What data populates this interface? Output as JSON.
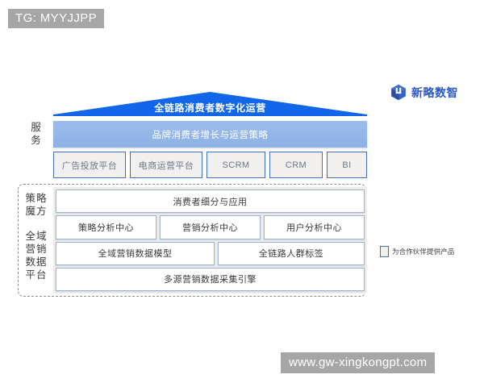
{
  "watermarks": {
    "top": "TG: MYYJJPP",
    "bottom": "www.gw-xingkongpt.com"
  },
  "brand": {
    "icon": "cube-logo-icon",
    "name": "新略数智",
    "color": "#2b58c4"
  },
  "diagram": {
    "side_labels": {
      "service": "服务",
      "strategy_cube": "策略\n魔方",
      "data_platform": "全域\n营销\n数据\n平台"
    },
    "roof": {
      "label": "全链路消费者数字化运营",
      "color": "#1166ea"
    },
    "band": {
      "label": "品牌消费者增长与运营策略",
      "color": "#93b5e8"
    },
    "platform_chips": [
      {
        "label": "广告投放平台"
      },
      {
        "label": "电商运营平台"
      },
      {
        "label": "SCRM"
      },
      {
        "label": "CRM"
      },
      {
        "label": "BI"
      }
    ],
    "stack_rows": [
      {
        "cells": [
          {
            "label": "消费者细分与应用"
          }
        ]
      },
      {
        "cells": [
          {
            "label": "策略分析中心"
          },
          {
            "label": "营销分析中心"
          },
          {
            "label": "用户分析中心"
          }
        ]
      },
      {
        "cells": [
          {
            "label": "全域营销数据模型"
          },
          {
            "label": "全链路人群标签"
          }
        ]
      },
      {
        "cells": [
          {
            "label": "多源营销数据采集引擎"
          }
        ]
      }
    ],
    "legend": {
      "swatch": "product-box-swatch",
      "text": "为合作伙伴提供产品"
    }
  }
}
